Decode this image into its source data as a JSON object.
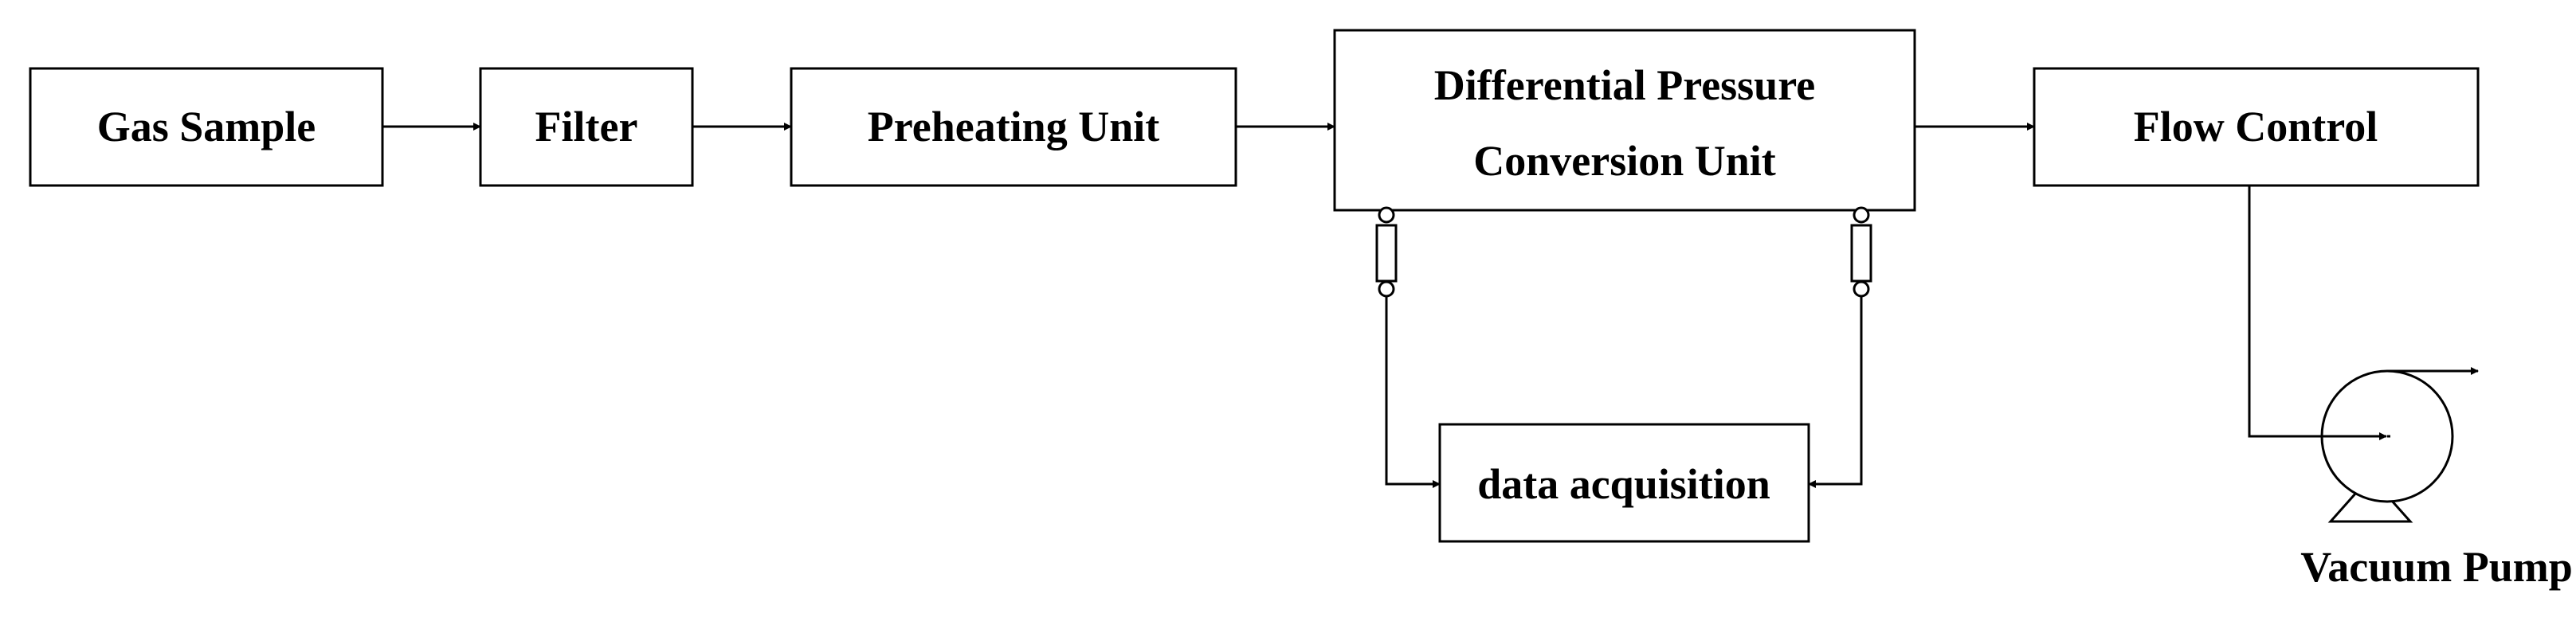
{
  "diagram": {
    "nodes": {
      "gas_sample": "Gas Sample",
      "filter": "Filter",
      "preheating_unit": "Preheating Unit",
      "dp_conversion_line1": "Differential Pressure",
      "dp_conversion_line2": "Conversion Unit",
      "flow_control": "Flow Control",
      "data_acquisition": "data acquisition",
      "vacuum_pump": "Vacuum Pump"
    }
  },
  "colors": {
    "stroke": "#000000",
    "background": "#ffffff"
  }
}
